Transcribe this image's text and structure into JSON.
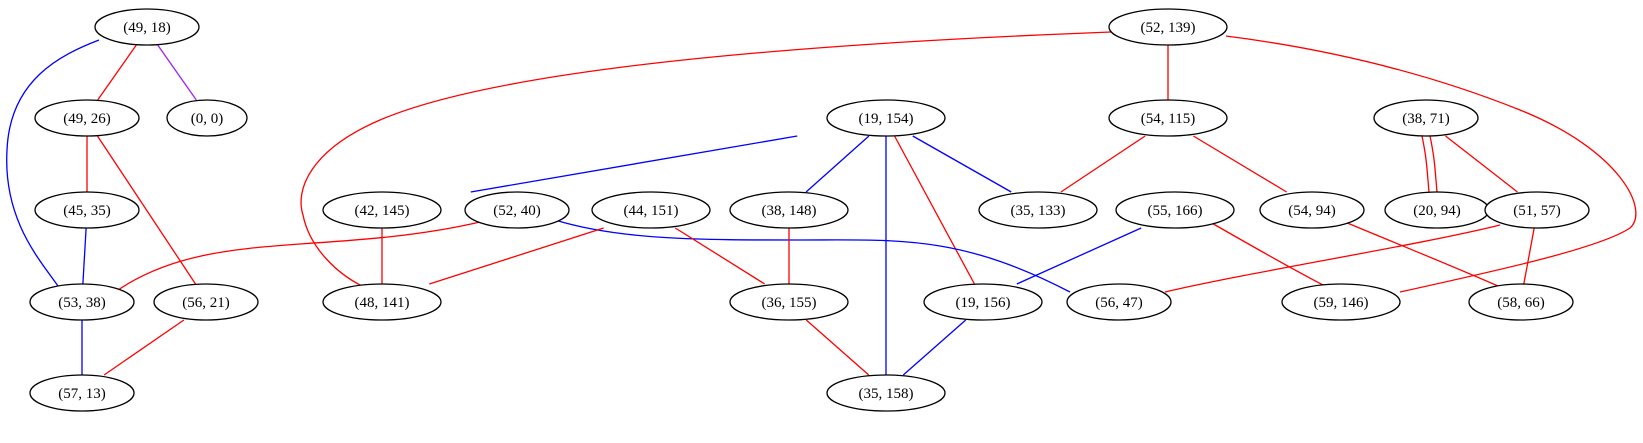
{
  "colors": {
    "red": "#ff0000",
    "blue": "#0000ff",
    "purple": "#a020f0"
  },
  "nodes": [
    {
      "id": "n49_18",
      "label": "(49, 18)"
    },
    {
      "id": "n49_26",
      "label": "(49, 26)"
    },
    {
      "id": "n0_0",
      "label": "(0, 0)"
    },
    {
      "id": "n45_35",
      "label": "(45, 35)"
    },
    {
      "id": "n53_38",
      "label": "(53, 38)"
    },
    {
      "id": "n56_21",
      "label": "(56, 21)"
    },
    {
      "id": "n57_13",
      "label": "(57, 13)"
    },
    {
      "id": "n52_139",
      "label": "(52, 139)"
    },
    {
      "id": "n19_154",
      "label": "(19, 154)"
    },
    {
      "id": "n54_115",
      "label": "(54, 115)"
    },
    {
      "id": "n38_71",
      "label": "(38, 71)"
    },
    {
      "id": "n42_145",
      "label": "(42, 145)"
    },
    {
      "id": "n52_40",
      "label": "(52, 40)"
    },
    {
      "id": "n44_151",
      "label": "(44, 151)"
    },
    {
      "id": "n38_148",
      "label": "(38, 148)"
    },
    {
      "id": "n35_133",
      "label": "(35, 133)"
    },
    {
      "id": "n55_166",
      "label": "(55, 166)"
    },
    {
      "id": "n54_94",
      "label": "(54, 94)"
    },
    {
      "id": "n20_94",
      "label": "(20, 94)"
    },
    {
      "id": "n51_57",
      "label": "(51, 57)"
    },
    {
      "id": "n48_141",
      "label": "(48, 141)"
    },
    {
      "id": "n36_155",
      "label": "(36, 155)"
    },
    {
      "id": "n19_156",
      "label": "(19, 156)"
    },
    {
      "id": "n56_47",
      "label": "(56, 47)"
    },
    {
      "id": "n59_146",
      "label": "(59, 146)"
    },
    {
      "id": "n58_66",
      "label": "(58, 66)"
    },
    {
      "id": "n35_158",
      "label": "(35, 158)"
    }
  ],
  "edges": [
    {
      "from": "n49_18",
      "to": "n49_26",
      "color": "red"
    },
    {
      "from": "n49_18",
      "to": "n0_0",
      "color": "purple"
    },
    {
      "from": "n49_18",
      "to": "n53_38",
      "color": "blue"
    },
    {
      "from": "n49_26",
      "to": "n45_35",
      "color": "red"
    },
    {
      "from": "n49_26",
      "to": "n56_21",
      "color": "red"
    },
    {
      "from": "n45_35",
      "to": "n53_38",
      "color": "blue"
    },
    {
      "from": "n53_38",
      "to": "n57_13",
      "color": "blue"
    },
    {
      "from": "n56_21",
      "to": "n57_13",
      "color": "red"
    },
    {
      "from": "n52_139",
      "to": "n54_115",
      "color": "red"
    },
    {
      "from": "n52_139",
      "to": "n48_141",
      "color": "red"
    },
    {
      "from": "n52_139",
      "to": "n59_146",
      "color": "red"
    },
    {
      "from": "n19_154",
      "to": "n42_145",
      "color": "blue"
    },
    {
      "from": "n19_154",
      "to": "n38_148",
      "color": "blue"
    },
    {
      "from": "n19_154",
      "to": "n35_133",
      "color": "blue"
    },
    {
      "from": "n19_154",
      "to": "n19_156",
      "color": "red"
    },
    {
      "from": "n19_154",
      "to": "n35_158",
      "color": "blue"
    },
    {
      "from": "n54_115",
      "to": "n35_133",
      "color": "red"
    },
    {
      "from": "n54_115",
      "to": "n54_94",
      "color": "red"
    },
    {
      "from": "n38_71",
      "to": "n20_94",
      "color": "red"
    },
    {
      "from": "n38_71",
      "to": "n20_94",
      "color": "red"
    },
    {
      "from": "n38_71",
      "to": "n51_57",
      "color": "red"
    },
    {
      "from": "n42_145",
      "to": "n48_141",
      "color": "red"
    },
    {
      "from": "n52_40",
      "to": "n53_38",
      "color": "red"
    },
    {
      "from": "n52_40",
      "to": "n56_47",
      "color": "blue"
    },
    {
      "from": "n44_151",
      "to": "n48_141",
      "color": "red"
    },
    {
      "from": "n44_151",
      "to": "n36_155",
      "color": "red"
    },
    {
      "from": "n38_148",
      "to": "n36_155",
      "color": "red"
    },
    {
      "from": "n55_166",
      "to": "n19_156",
      "color": "blue"
    },
    {
      "from": "n55_166",
      "to": "n59_146",
      "color": "red"
    },
    {
      "from": "n54_94",
      "to": "n58_66",
      "color": "red"
    },
    {
      "from": "n51_57",
      "to": "n56_47",
      "color": "red"
    },
    {
      "from": "n51_57",
      "to": "n58_66",
      "color": "red"
    },
    {
      "from": "n36_155",
      "to": "n35_158",
      "color": "red"
    },
    {
      "from": "n19_156",
      "to": "n35_158",
      "color": "blue"
    }
  ]
}
